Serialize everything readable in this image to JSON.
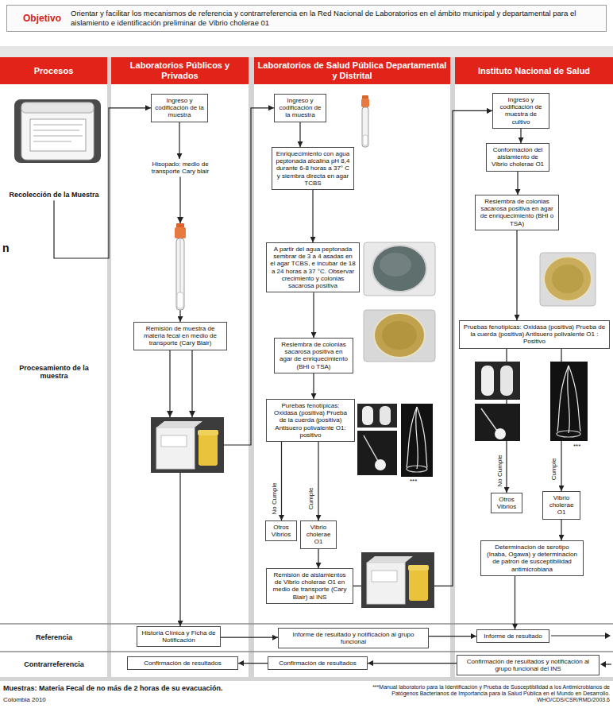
{
  "diagram": {
    "nodes": [
      {
        "text": [
          "Objetivo",
          "Orientar y facilitar los mecanismos de referencia y contrarreferencia en la Red Nacional de Laboratorios en el ámbito municipal y departamental para el aislamiento e identificación preliminar de Vibrio cholerae 01"
        ]
      },
      {
        "text": [
          "Procesos"
        ]
      },
      {
        "text": [
          "Laboratorios Públicos y Privados"
        ]
      },
      {
        "text": [
          "Laboratorios de Salud Pública Departamental y Distrital"
        ]
      },
      {
        "text": [
          "Instituto Nacional de Salud"
        ]
      },
      {
        "text": [
          "Recolección de la Muestra"
        ]
      },
      {
        "text": [
          "Ingreso y codificación de la muestra"
        ]
      },
      {
        "text": [
          "Hisopado: medio de transporte Cary blair"
        ]
      },
      {
        "text": [
          "Remisión de muestra de materia fecal en medio de transporte (Cary Blair)"
        ]
      },
      {
        "text": [
          "Historia Clínica y Ficha de Notificación"
        ]
      },
      {
        "text": [
          "Confirmación de resultados"
        ]
      },
      {
        "text": [
          "Ingreso y codificación de la muestra"
        ]
      },
      {
        "text": [
          "Enriquecimiento con agua peptonada alcalina pH 8,4 durante 6-8 horas a 37° C y siembra directa en agar TCBS"
        ]
      },
      {
        "text": [
          "A partir del agua peptonada sembrar de 3 a 4 asadas en el agar TCBS, e incubar de 18 a 24 horas a 37 °C. Observar crecimiento y colonias sacarosa positiva"
        ]
      },
      {
        "text": [
          "Resiembra de colonias sacarosa positiva en agar de enriquecimiento (BHI o TSA)"
        ]
      },
      {
        "text": [
          "Purebas fenotípicas: Oxidasa (positiva) Prueba de la cuerda (positiva) Antisuero polivalente O1: positivo"
        ]
      },
      {
        "text": [
          "Otros Vibrios"
        ]
      },
      {
        "text": [
          "Vibrio cholerae O1"
        ]
      },
      {
        "text": [
          "Remisión de aislamientos de Vibrio cholerae O1 en medio de transporte (Cary Blair) al INS"
        ]
      },
      {
        "text": [
          "Informe de resultado y notificacion al grupo funcional"
        ]
      },
      {
        "text": [
          "Confirmación de resultados"
        ]
      },
      {
        "text": [
          "Ingreso y codificación de muestra de cultivo"
        ]
      },
      {
        "text": [
          "Conformación del aislamiento de Vibrio cholerae O1"
        ]
      },
      {
        "text": [
          "Resiembra de colonias sacarosa positiva en agar de enriquecimiento (BHI o TSA)"
        ]
      },
      {
        "text": [
          "Pruebas fenotípicas: Oxidasa (positiva) Prueba de la cuerda (positiva) Antisuero polivalente O1 : Positivo"
        ]
      },
      {
        "text": [
          "Otros Vibrios"
        ]
      },
      {
        "text": [
          "Vibrio cholerae O1"
        ]
      },
      {
        "text": [
          "Determinacion de serotipo (Inaba, Ogawa) y determinacion de patron de susceptibilidad antimicrobiana"
        ]
      },
      {
        "text": [
          "Informe de resultado"
        ]
      },
      {
        "text": [
          "Confirmación de resultados y notificación al grupo funcional del INS"
        ]
      }
    ],
    "edges": [
      {
        "from": 5,
        "to": 6,
        "arrow": "to"
      },
      {
        "from": 6,
        "to": 7,
        "arrow": "to"
      },
      {
        "from": 7,
        "to": 8,
        "arrow": "to"
      },
      {
        "from": 8,
        "to": 9,
        "arrow": "to"
      },
      {
        "from": 8,
        "to": 11,
        "arrow": "to"
      },
      {
        "from": 11,
        "to": 12,
        "arrow": "to"
      },
      {
        "from": 12,
        "to": 13,
        "arrow": "to"
      },
      {
        "from": 13,
        "to": 14,
        "arrow": "to"
      },
      {
        "from": 14,
        "to": 15,
        "arrow": "to"
      },
      {
        "from": 15,
        "to": 16,
        "label": "No Cumple",
        "arrow": "to"
      },
      {
        "from": 15,
        "to": 17,
        "label": "Cumple",
        "arrow": "to"
      },
      {
        "from": 17,
        "to": 18,
        "arrow": "to"
      },
      {
        "from": 18,
        "to": 21,
        "arrow": "to"
      },
      {
        "from": 21,
        "to": 22,
        "arrow": "to"
      },
      {
        "from": 22,
        "to": 23,
        "arrow": "to"
      },
      {
        "from": 23,
        "to": 24,
        "arrow": "to"
      },
      {
        "from": 24,
        "to": 25,
        "label": "No Cumple",
        "arrow": "to"
      },
      {
        "from": 24,
        "to": 26,
        "label": "Cumple",
        "arrow": "to"
      },
      {
        "from": 26,
        "to": 27,
        "arrow": "to"
      },
      {
        "from": 27,
        "to": 28,
        "arrow": "to"
      },
      {
        "from": 9,
        "to": 19,
        "arrow": "to"
      },
      {
        "from": 19,
        "to": 28,
        "arrow": "to"
      },
      {
        "from": 29,
        "to": 20,
        "arrow": "to"
      },
      {
        "from": 20,
        "to": 10,
        "arrow": "to"
      }
    ],
    "labels": [
      "n",
      "Procesamiento de la muestra",
      "***",
      "***",
      "Referencia",
      "Contrarreferencia",
      "Muestras: Materia Fecal de no más de 2 horas de su evacuación.",
      "Colombia 2010",
      "***Manual laboratorio para la Identificación y Prueba de Susceptibilidad a los Antimicrobianos de Patógenos Bacterianos de Importancia para la Salud Pública en el Mundo en Desarrollo. WHO/CDS/CSR/RMD/2003.6"
    ]
  }
}
